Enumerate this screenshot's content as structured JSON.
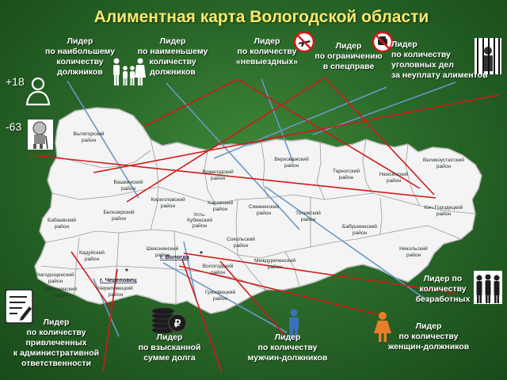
{
  "title": "Алиментная карта Вологодской области",
  "leaders": {
    "most_debtors": [
      "Лидер",
      "по наибольшему",
      "количеству",
      "должников"
    ],
    "least_debtors": [
      "Лидер",
      "по наименьшему",
      "количеству",
      "должников"
    ],
    "travel_ban": [
      "Лидер",
      "по количеству",
      "«невыездных»"
    ],
    "license_restriction": [
      "Лидер",
      "по ограничению",
      "в спецправе"
    ],
    "criminal_cases": [
      "Лидер",
      "по количеству",
      "уголовных дел",
      "за неуплату алиментов"
    ],
    "unemployed": [
      "Лидер по",
      "количеству",
      "безработных"
    ],
    "women_debtors": [
      "Лидер",
      "по количеству",
      "женщин-должников"
    ],
    "men_debtors": [
      "Лидер",
      "по количеству",
      "мужчин-должников"
    ],
    "collected_sum": [
      "Лидер",
      "по взысканной",
      "сумме долга"
    ],
    "administrative": [
      "Лидер",
      "по количеству",
      "привлеченных",
      "к административной",
      "ответственности"
    ]
  },
  "stats": {
    "plus": "+18",
    "minus": "-63"
  },
  "cities": {
    "cherepovets": "г. Череповец",
    "vologda": "г. Вологда"
  },
  "districts": {
    "vytegorsky": [
      "Вытегорский",
      "район"
    ],
    "vashkinsky": [
      "Вашкинский",
      "район"
    ],
    "vozhegodsky": [
      "Вожегодский",
      "район"
    ],
    "verkhovazhsky": [
      "Верховажский",
      "район"
    ],
    "tarnogsky": [
      "Тарногский",
      "район"
    ],
    "nyuksensky": [
      "Нюксенский",
      "район"
    ],
    "velikoustyugsky": [
      "Великоустюгский",
      "район"
    ],
    "belozersky": [
      "Белозерский",
      "район"
    ],
    "kirillovsky": [
      "Кирилловский",
      "район"
    ],
    "kharovsky": [
      "Харовский",
      "район"
    ],
    "syamzhensky": [
      "Сямженский",
      "район"
    ],
    "totemsky": [
      "Тотемский",
      "район"
    ],
    "babushkinsky": [
      "Бабушкинский",
      "район"
    ],
    "kichgorodetsky": [
      "Кич-Городецкий",
      "район"
    ],
    "babaevsky": [
      "Бабаевский",
      "район"
    ],
    "ustkubinsky": [
      "Усть-",
      "Кубинский",
      "район"
    ],
    "sokolsky": [
      "Сокольский",
      "район"
    ],
    "nikolsky": [
      "Никольский",
      "район"
    ],
    "kaduysky": [
      "Кадуйский",
      "район"
    ],
    "sheksninsky": [
      "Шекснинский",
      "район"
    ],
    "vologodsky": [
      "Вологодский",
      "район"
    ],
    "mezhdurechensky": [
      "Междуреченский",
      "район"
    ],
    "chagodoshchensky": [
      "Чагодощенский",
      "район"
    ],
    "cherepovetsky": [
      "Череповецкий",
      "район"
    ],
    "ustyuzhensky": [
      "Устюженский",
      "район"
    ],
    "gryazovetsky": [
      "Грязовецкий",
      "район"
    ]
  },
  "icons": {
    "no_travel": "no-airplane-sign",
    "no_driving": "no-car-sign",
    "prison": "prison-bars",
    "male_person": "man-silhouette",
    "female_person": "woman-silhouette",
    "family": "parents-with-children",
    "coins": "coin-stack-ruble",
    "document": "document-with-pen",
    "unemployed": "three-men",
    "elderly": "elderly-person"
  },
  "colors": {
    "title": "#fbe96b",
    "background": "#2b6a2a",
    "map_fill": "#f4f4f4",
    "red_link": "#d11a1a",
    "blue_link": "#6b97c7"
  }
}
